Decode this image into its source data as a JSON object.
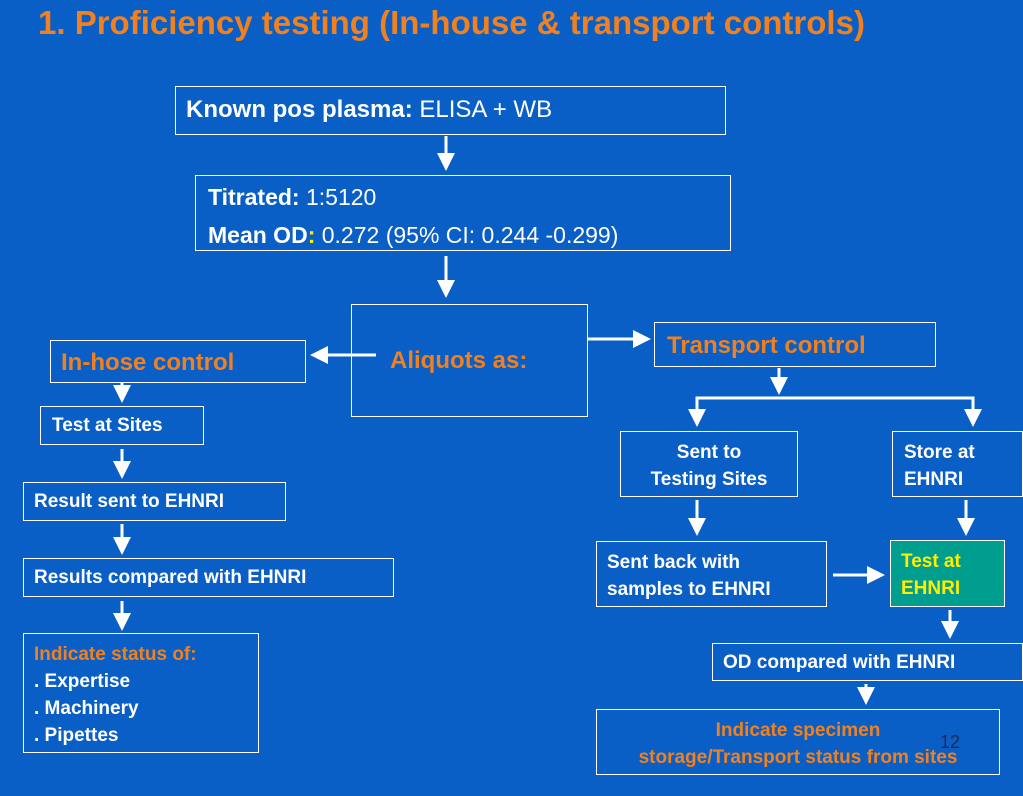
{
  "title": "1. Proficiency testing (In-house & transport controls)",
  "known_pos": {
    "label": "Known pos plasma:",
    "value": "ELISA + WB"
  },
  "titrated": {
    "label": "Titrated:",
    "value": "1:5120"
  },
  "mean_od": {
    "label": "Mean OD",
    "colon": ":",
    "value": "0.272 (95% CI: 0.244 -0.299)"
  },
  "aliquots": "Aliquots as:",
  "inhouse": {
    "title": "In-hose control",
    "test_sites": "Test at Sites",
    "result_sent": "Result sent to EHNRI",
    "results_compared": "Results compared with EHNRI",
    "indicate_title": "Indicate status of:",
    "status_items": [
      ". Expertise",
      ". Machinery",
      ". Pipettes"
    ]
  },
  "transport": {
    "title": "Transport control",
    "sent_to_line1": "Sent to",
    "sent_to_line2": "Testing Sites",
    "store_line1": "Store at",
    "store_line2": "EHNRI",
    "sent_back_line1": "Sent back with",
    "sent_back_line2": "samples to EHNRI",
    "test_line1": "Test at",
    "test_line2": "EHNRI",
    "od_compared": "OD compared with EHNRI",
    "indicate_line1": "Indicate specimen",
    "indicate_line2": "storage/Transport status from sites"
  },
  "page_number": "12",
  "colors": {
    "background": "#0a5fc7",
    "accent_orange": "#f0811e",
    "highlight_green": "#009e8e",
    "highlight_text": "#ffee00"
  }
}
